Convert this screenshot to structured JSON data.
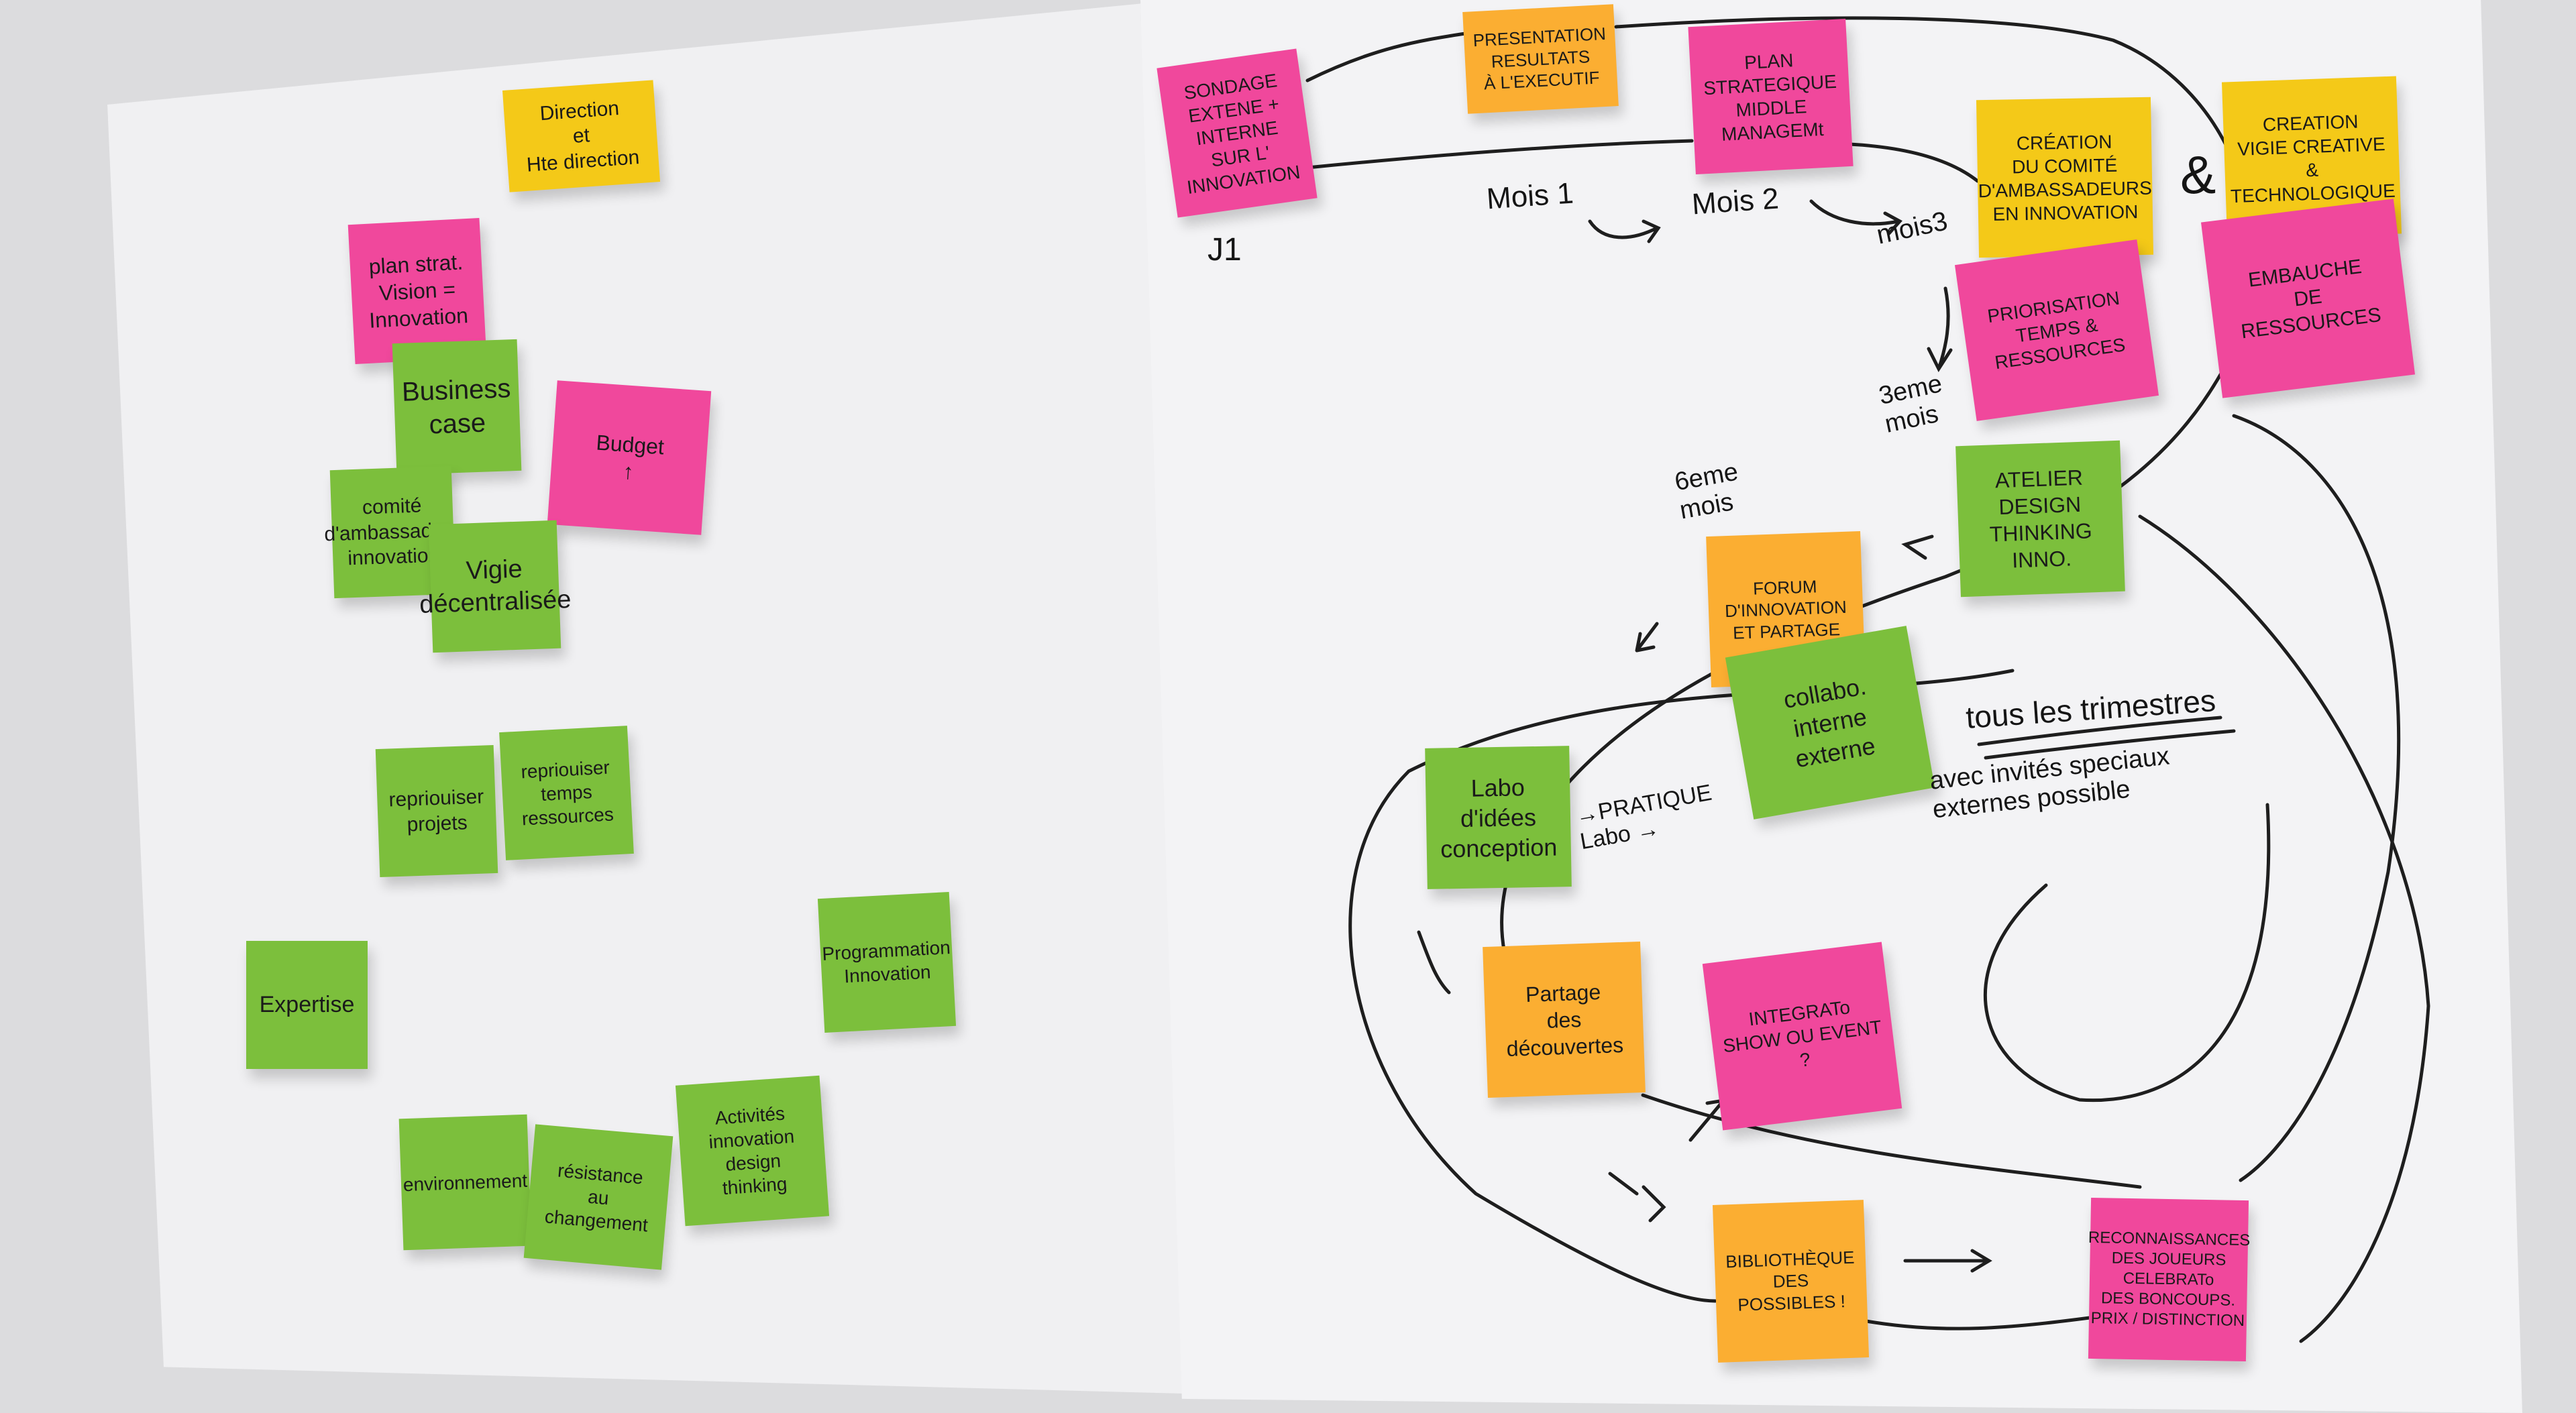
{
  "left_board": {
    "notes": [
      {
        "text": "Direction\net\nHte direction",
        "color": "#f4c918"
      },
      {
        "text": "plan strat.\nVision =\nInnovation",
        "color": "#f0489c"
      },
      {
        "text": "Business\ncase",
        "color": "#7cbf3c"
      },
      {
        "text": "Budget\n↑",
        "color": "#f0489c"
      },
      {
        "text": "comité\nd'ambassadeur\ninnovation",
        "color": "#7cbf3c"
      },
      {
        "text": "Vigie\ndécentralisée",
        "color": "#7cbf3c"
      },
      {
        "text": "repriouiser\nprojets",
        "color": "#7cbf3c"
      },
      {
        "text": "repriouiser\ntemps\nressources",
        "color": "#7cbf3c"
      },
      {
        "text": "Expertise",
        "color": "#7cbf3c"
      },
      {
        "text": "Programmation\nInnovation",
        "color": "#7cbf3c"
      },
      {
        "text": "environnement",
        "color": "#7cbf3c"
      },
      {
        "text": "résistance\nau\nchangement",
        "color": "#7cbf3c"
      },
      {
        "text": "Activités\ninnovation\ndesign\nthinking",
        "color": "#7cbf3c"
      }
    ]
  },
  "right_board": {
    "notes": [
      {
        "text": "SONDAGE\nEXTENE +\nINTERNE\nSUR L'\nINNOVATION",
        "color": "#f0489c"
      },
      {
        "text": "PRESENTATION\nRESULTATS\nÀ L'EXECUTIF",
        "color": "#fbae32"
      },
      {
        "text": "PLAN\nSTRATEGIQUE\nMIDDLE MANAGEMt",
        "color": "#f0489c"
      },
      {
        "text": "CRÉATION\nDU COMITÉ\nD'AMBASSADEURS\nEN INNOVATION",
        "color": "#f4c918"
      },
      {
        "text": "CREATION\nVIGIE CREATIVE\n& TECHNOLOGIQUE",
        "color": "#f4c918"
      },
      {
        "text": "PRIORISATION\nTEMPS &\nRESSOURCES",
        "color": "#f0489c"
      },
      {
        "text": "EMBAUCHE\nDE\nRESSOURCES",
        "color": "#f0489c"
      },
      {
        "text": "ATELIER\nDESIGN\nTHINKING\nINNO.",
        "color": "#7cbf3c"
      },
      {
        "text": "FORUM\nD'INNOVATION\nET PARTAGE",
        "color": "#fbae32"
      },
      {
        "text": "collabo.\ninterne\nexterne",
        "color": "#7cbf3c"
      },
      {
        "text": "Labo\nd'idées\nconception",
        "color": "#7cbf3c"
      },
      {
        "text": "Partage\ndes\ndécouvertes",
        "color": "#fbae32"
      },
      {
        "text": "INTEGRATo\nSHOW OU EVENT\n?",
        "color": "#f0489c"
      },
      {
        "text": "BIBLIOTHÈQUE\nDES\nPOSSIBLES !",
        "color": "#fbae32"
      },
      {
        "text": "RECONNAISSANCES\nDES JOUEURS\nCELEBRATo\nDES BONCOUPS.\nPRIX / DISTINCTION",
        "color": "#f0489c"
      }
    ],
    "labels": [
      {
        "text": "J1"
      },
      {
        "text": "Mois 1"
      },
      {
        "text": "Mois 2"
      },
      {
        "text": "mois3"
      },
      {
        "text": "3eme\nmois"
      },
      {
        "text": "6eme\nmois"
      },
      {
        "text": "tous les trimestres"
      },
      {
        "text": "avec invités speciaux\nexternes possible"
      },
      {
        "text": "→PRATIQUE\nLabo →"
      },
      {
        "text": "&"
      }
    ]
  }
}
